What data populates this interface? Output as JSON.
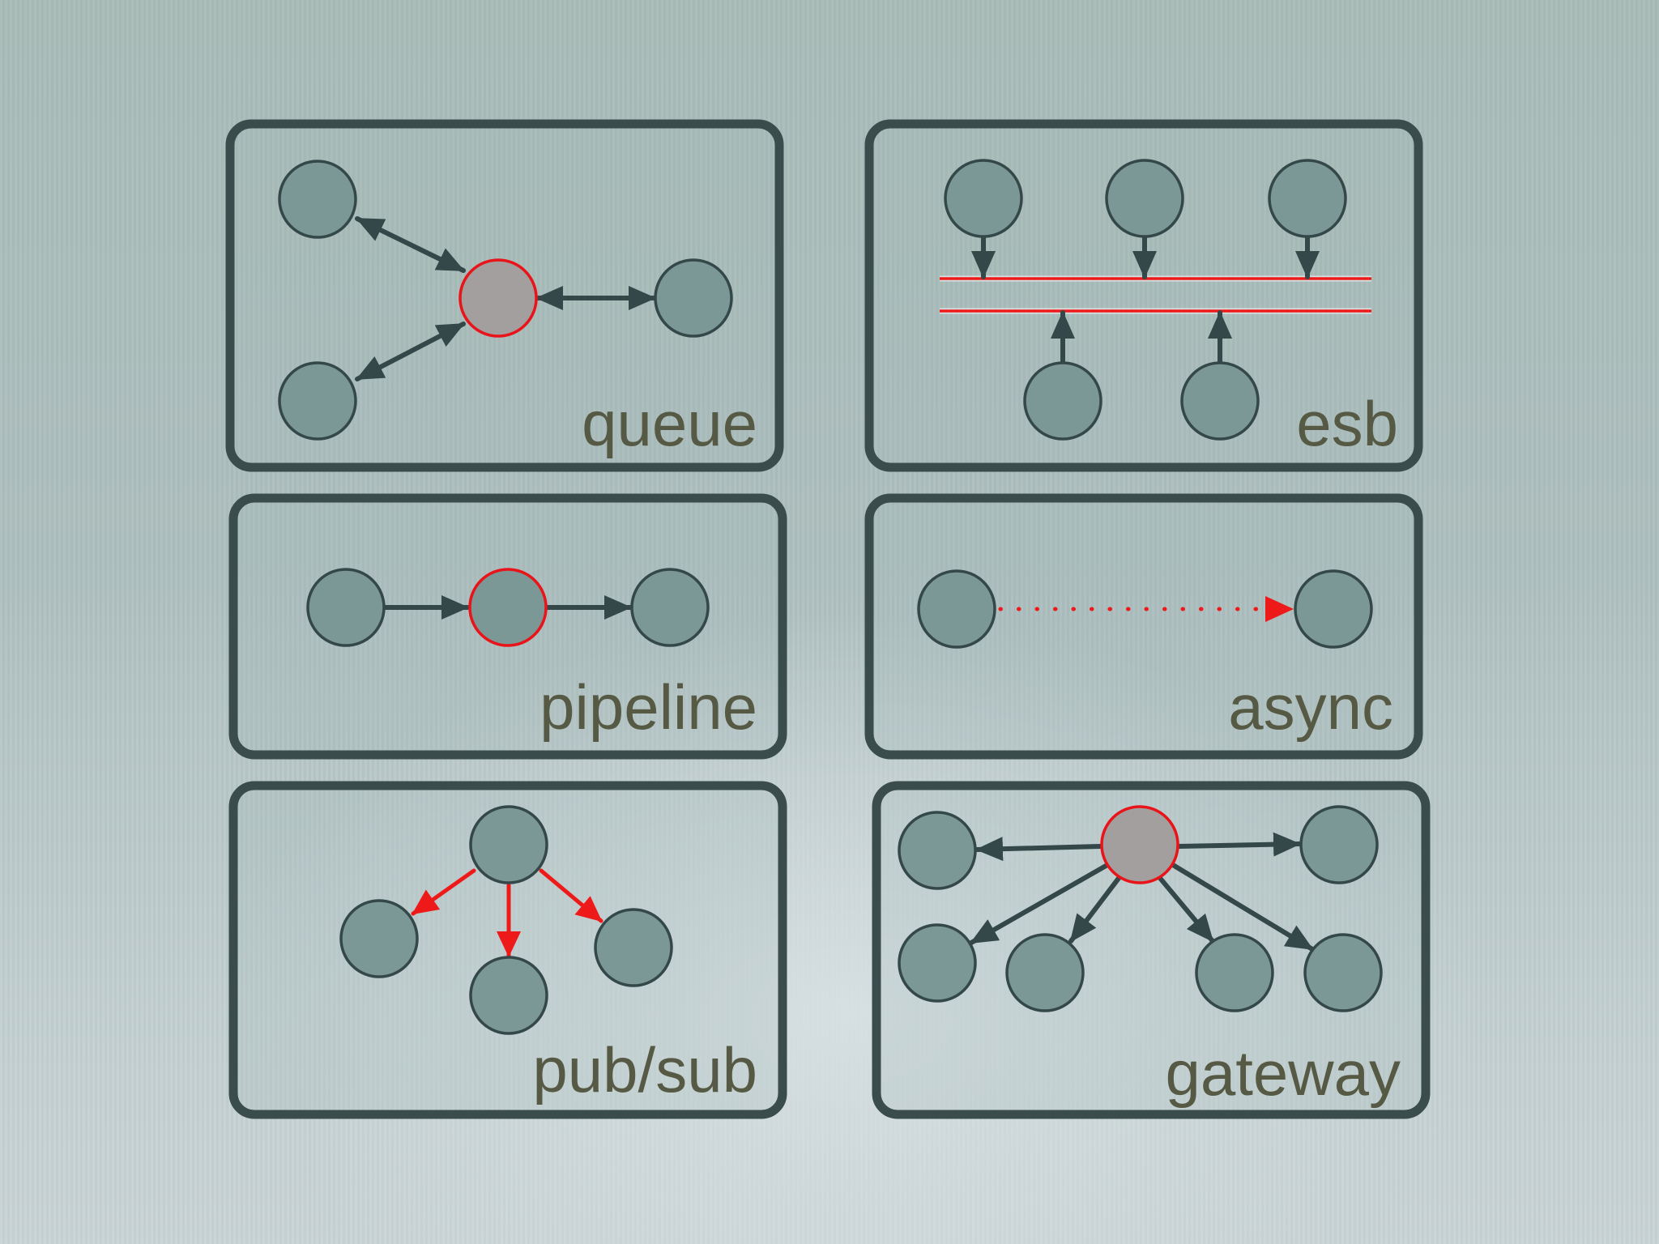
{
  "panels": {
    "queue": {
      "label": "queue"
    },
    "esb": {
      "label": "esb"
    },
    "pipeline": {
      "label": "pipeline"
    },
    "async": {
      "label": "async"
    },
    "pubsub": {
      "label": "pub/sub"
    },
    "gateway": {
      "label": "gateway"
    }
  },
  "colors": {
    "node_fill": "#7c9896",
    "node_stroke": "#34484a",
    "hub_fill": "#a29f9e",
    "accent_red": "#ee1a1a",
    "frame": "#3a4c4c",
    "label_text": "#565a44"
  }
}
